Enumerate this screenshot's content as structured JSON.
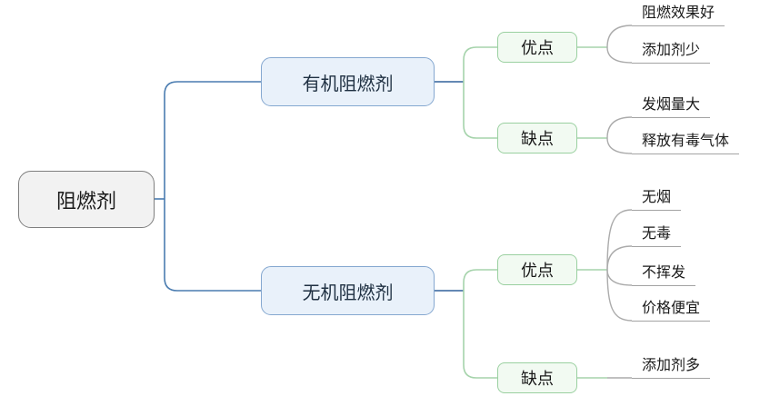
{
  "diagram_type": "mindmap",
  "root": {
    "label": "阻燃剂"
  },
  "branches": [
    {
      "label": "有机阻燃剂",
      "children": [
        {
          "label": "优点",
          "leaves": [
            "阻燃效果好",
            "添加剂少"
          ]
        },
        {
          "label": "缺点",
          "leaves": [
            "发烟量大",
            "释放有毒气体"
          ]
        }
      ]
    },
    {
      "label": "无机阻燃剂",
      "children": [
        {
          "label": "优点",
          "leaves": [
            "无烟",
            "无毒",
            "不挥发",
            "价格便宜"
          ]
        },
        {
          "label": "缺点",
          "leaves": [
            "添加剂多"
          ]
        }
      ]
    }
  ],
  "colors": {
    "canvas_bg": "#ffffff",
    "root_fill": "#f2f2f2",
    "root_border": "#7f7f7f",
    "branch_fill": "#e9f1fa",
    "branch_border": "#85a8d0",
    "branch_text": "#1f3042",
    "sub_fill": "#f2faf2",
    "sub_border": "#9ad0a0",
    "trunk_line": "#4a7cb0",
    "branch_stub_line": "#30609c",
    "green_fork_line": "#a5d3ab",
    "leaf_line": "#a3a3a3"
  }
}
